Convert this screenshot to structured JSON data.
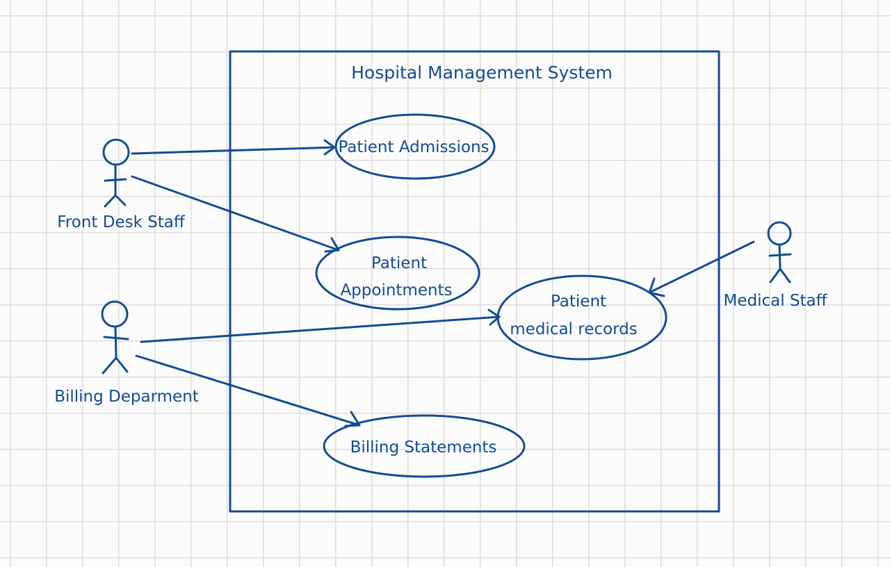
{
  "colors": {
    "ink": "#134b93",
    "grid": "#dcdcdc",
    "paper": "#fbfbfb"
  },
  "system": {
    "title": "Hospital Management System"
  },
  "actors": {
    "front_desk": {
      "label": "Front Desk Staff"
    },
    "billing": {
      "label": "Billing Deparment"
    },
    "medical": {
      "label": "Medical Staff"
    }
  },
  "use_cases": {
    "admissions": {
      "lines": [
        "Patient Admissions"
      ]
    },
    "appointments": {
      "lines": [
        "Patient",
        "Appointments"
      ]
    },
    "records": {
      "lines": [
        "Patient",
        "medical records"
      ]
    },
    "statements": {
      "lines": [
        "Billing Statements"
      ]
    }
  },
  "associations": [
    {
      "from": "Front Desk Staff",
      "to": "Patient Admissions"
    },
    {
      "from": "Front Desk Staff",
      "to": "Patient Appointments"
    },
    {
      "from": "Billing Deparment",
      "to": "Patient medical records"
    },
    {
      "from": "Billing Deparment",
      "to": "Billing Statements"
    },
    {
      "from": "Medical Staff",
      "to": "Patient medical records"
    }
  ]
}
